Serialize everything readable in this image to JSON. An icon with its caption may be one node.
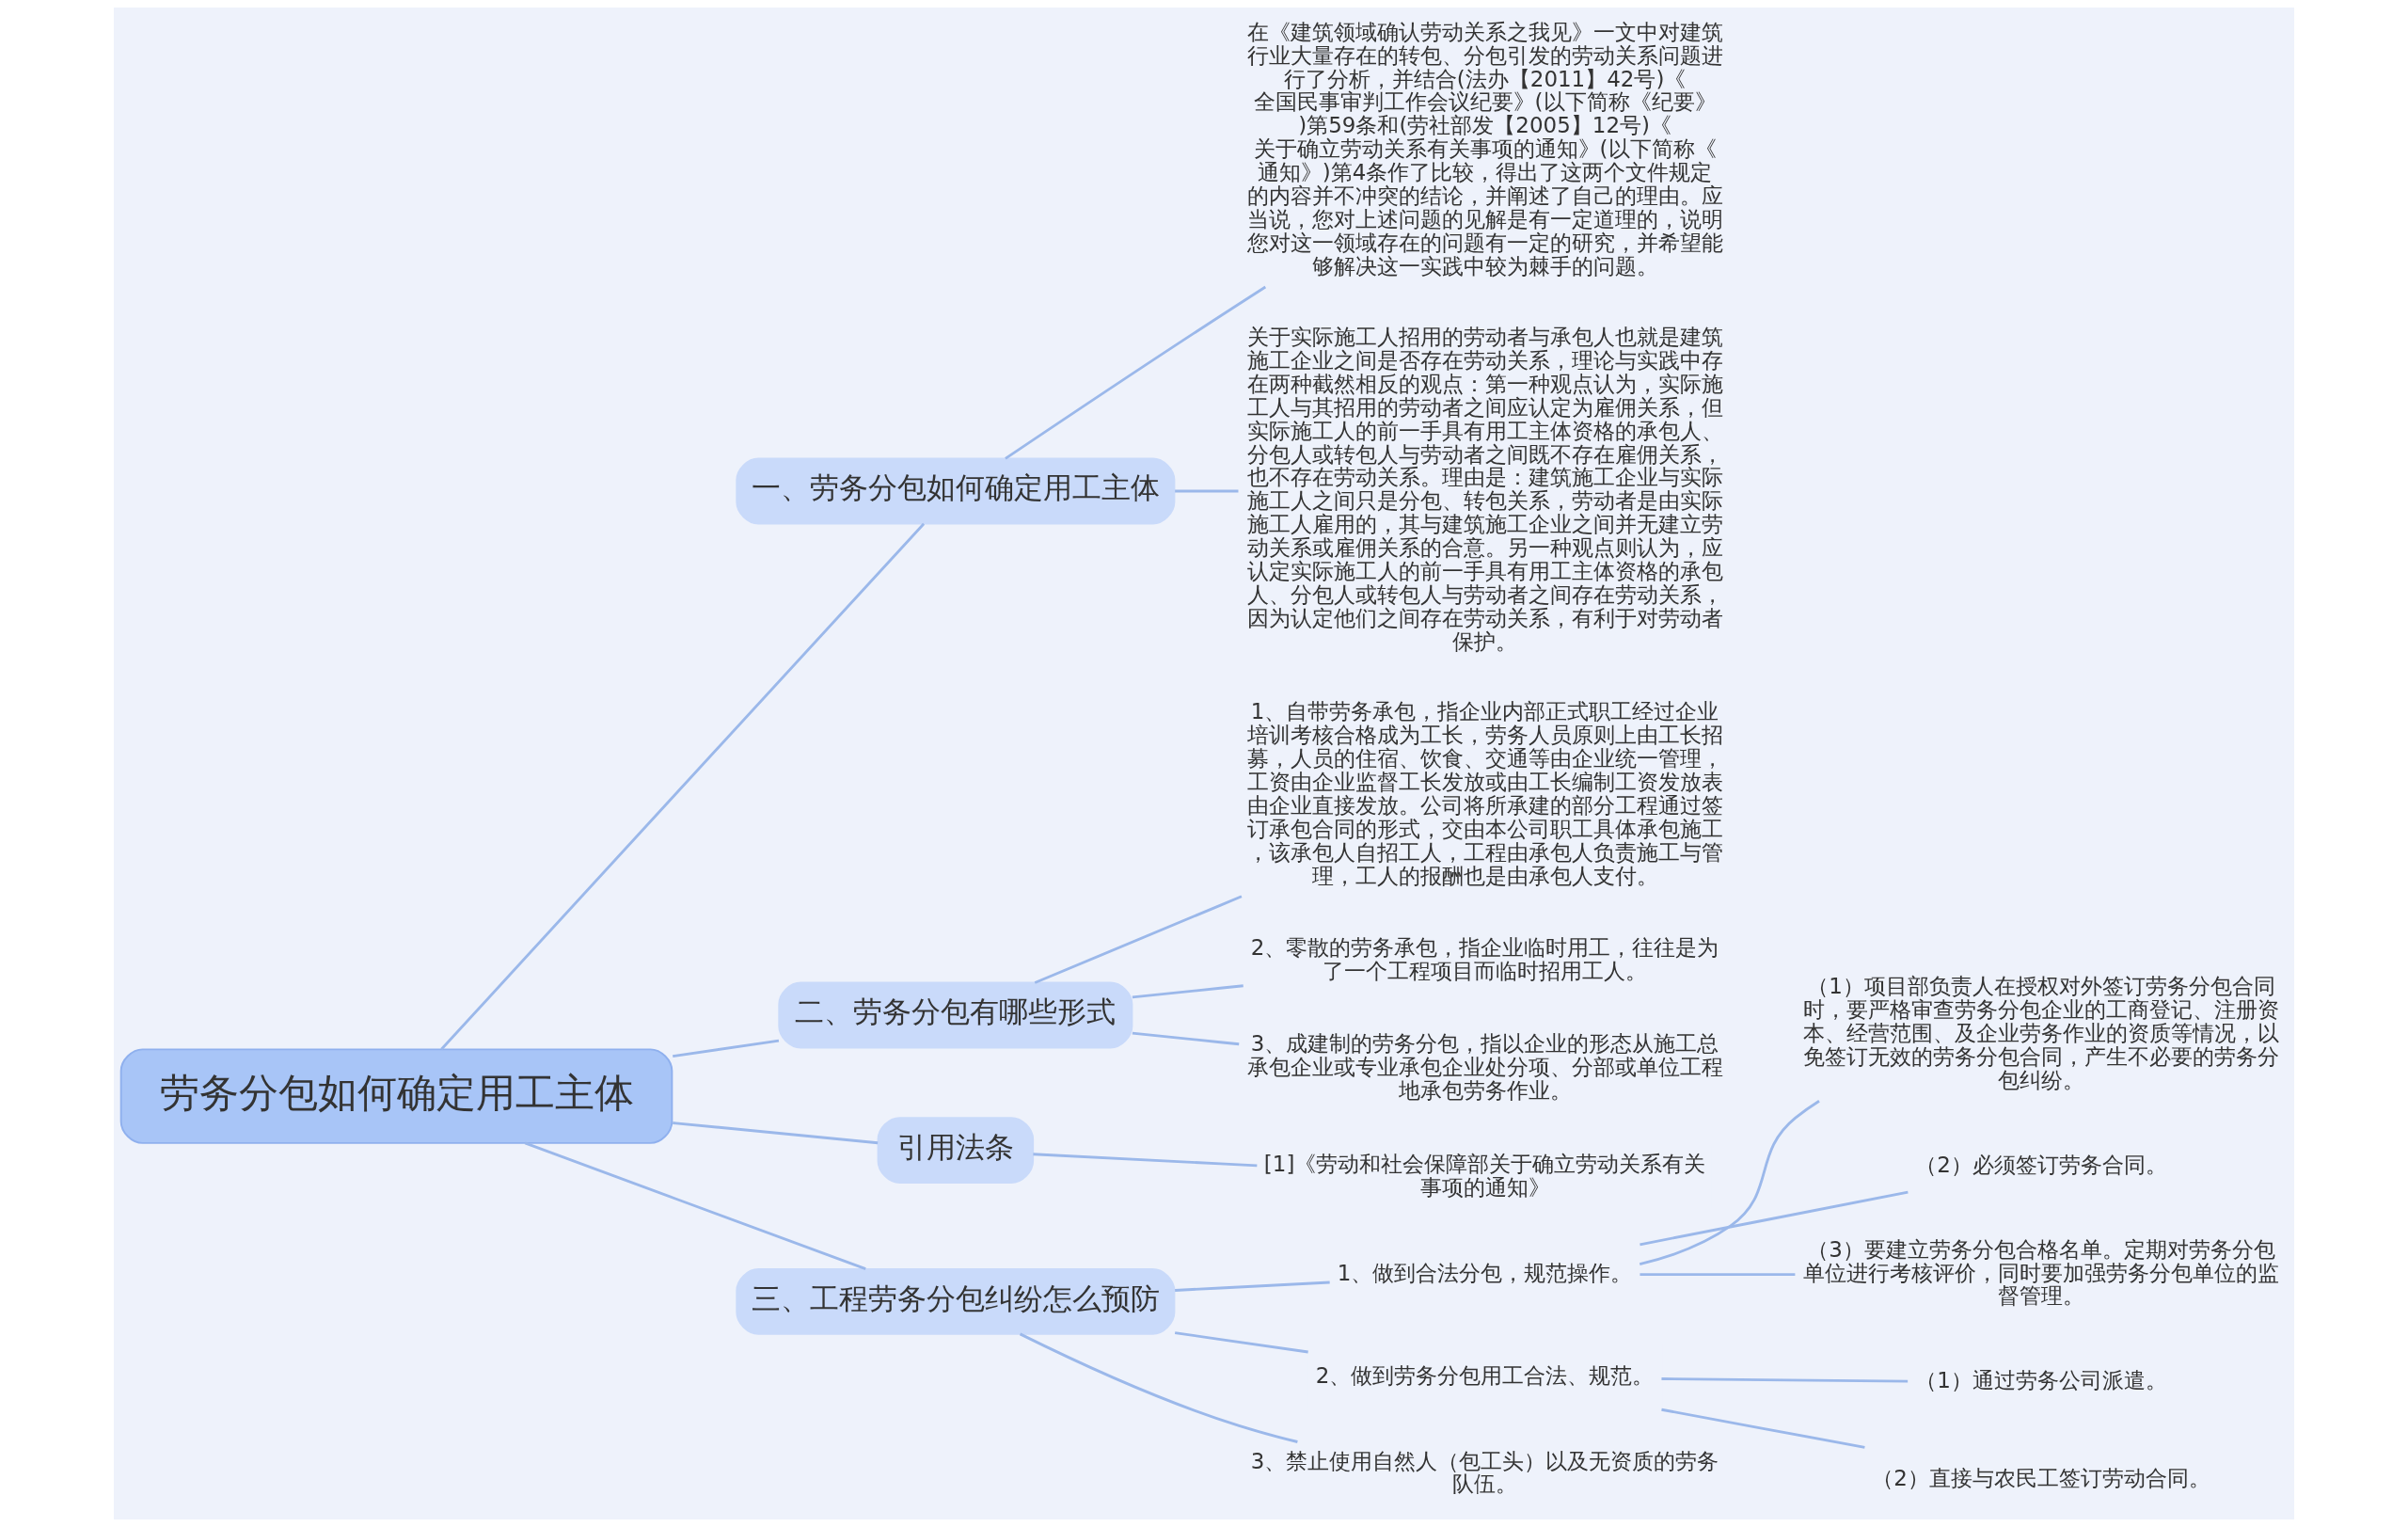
{
  "diagram": {
    "nodes": [
      {
        "text": [
          "劳务分包如何确定用工主体"
        ]
      },
      {
        "text": [
          "一、劳务分包如何确定用工主体"
        ]
      },
      {
        "text": [
          "在《建筑领域确认劳动关系之我见》一文中对建筑行业大量存在的转包、分包引发的劳动关系问题进行了分析，并结合(法办【2011】42号)《全国民事审判工作会议纪要》(以下简称《纪要》)第59条和(劳社部发【2005】12号)《关于确立劳动关系有关事项的通知》(以下简称《通知》)第4条作了比较，得出了这两个文件规定的内容并不冲突的结论，并阐述了自己的理由。应当说，您对上述问题的见解是有一定道理的，说明您对这一领域存在的问题有一定的研究，并希望能够解决这一实践中较为棘手的问题。"
        ]
      },
      {
        "text": [
          "关于实际施工人招用的劳动者与承包人也就是建筑施工企业之间是否存在劳动关系，理论与实践中存在两种截然相反的观点：第一种观点认为，实际施工人与其招用的劳动者之间应认定为雇佣关系，但实际施工人的前一手具有用工主体资格的承包人、分包人或转包人与劳动者之间既不存在雇佣关系，也不存在劳动关系。理由是：建筑施工企业与实际施工人之间只是分包、转包关系，劳动者是由实际施工人雇用的，其与建筑施工企业之间并无建立劳动关系或雇佣关系的合意。另一种观点则认为，应认定实际施工人的前一手具有用工主体资格的承包人、分包人或转包人与劳动者之间存在劳动关系，因为认定他们之间存在劳动关系，有利于对劳动者保护。"
        ]
      },
      {
        "text": [
          "二、劳务分包有哪些形式"
        ]
      },
      {
        "text": [
          "1、自带劳务承包，指企业内部正式职工经过企业培训考核合格成为工长，劳务人员原则上由工长招募，人员的住宿、饮食、交通等由企业统一管理，工资由企业监督工长发放或由工长编制工资发放表由企业直接发放。公司将所承建的部分工程通过签订承包合同的形式，交由本公司职工具体承包施工，该承包人自招工人，工程由承包人负责施工与管理，工人的报酬也是由承包人支付。"
        ]
      },
      {
        "text": [
          "2、零散的劳务承包，指企业临时用工，往往是为了一个工程项目而临时招用工人。"
        ]
      },
      {
        "text": [
          "3、成建制的劳务分包，指以企业的形态从施工总承包企业或专业承包企业处分项、分部或单位工程地承包劳务作业。"
        ]
      },
      {
        "text": [
          "引用法条"
        ]
      },
      {
        "text": [
          "[1]《劳动和社会保障部关于确立劳动关系有关事项的通知》"
        ]
      },
      {
        "text": [
          "三、工程劳务分包纠纷怎么预防"
        ]
      },
      {
        "text": [
          "1、做到合法分包，规范操作。"
        ]
      },
      {
        "text": [
          "（1）项目部负责人在授权对外签订劳务分包合同时，要严格审查劳务分包企业的工商登记、注册资本、经营范围、及企业劳务作业的资质等情况，以免签订无效的劳务分包合同，产生不必要的劳务分包纠纷。"
        ]
      },
      {
        "text": [
          "（2）必须签订劳务合同。"
        ]
      },
      {
        "text": [
          "（3）要建立劳务分包合格名单。定期对劳务分包单位进行考核评价，同时要加强劳务分包单位的监督管理。"
        ]
      },
      {
        "text": [
          "2、做到劳务分包用工合法、规范。"
        ]
      },
      {
        "text": [
          "（1）通过劳务公司派遣。"
        ]
      },
      {
        "text": [
          "（2）直接与农民工签订劳动合同。"
        ]
      },
      {
        "text": [
          "3、禁止使用自然人（包工头）以及无资质的劳务队伍。"
        ]
      }
    ],
    "edges": [
      {
        "from": 0,
        "to": 1,
        "arrow": "none"
      },
      {
        "from": 1,
        "to": 2,
        "arrow": "none"
      },
      {
        "from": 1,
        "to": 3,
        "arrow": "none"
      },
      {
        "from": 0,
        "to": 4,
        "arrow": "none"
      },
      {
        "from": 4,
        "to": 5,
        "arrow": "none"
      },
      {
        "from": 4,
        "to": 6,
        "arrow": "none"
      },
      {
        "from": 4,
        "to": 7,
        "arrow": "none"
      },
      {
        "from": 0,
        "to": 8,
        "arrow": "none"
      },
      {
        "from": 8,
        "to": 9,
        "arrow": "none"
      },
      {
        "from": 0,
        "to": 10,
        "arrow": "none"
      },
      {
        "from": 10,
        "to": 11,
        "arrow": "none"
      },
      {
        "from": 11,
        "to": 12,
        "arrow": "none"
      },
      {
        "from": 11,
        "to": 13,
        "arrow": "none"
      },
      {
        "from": 11,
        "to": 14,
        "arrow": "none"
      },
      {
        "from": 10,
        "to": 15,
        "arrow": "none"
      },
      {
        "from": 15,
        "to": 16,
        "arrow": "none"
      },
      {
        "from": 15,
        "to": 17,
        "arrow": "none"
      },
      {
        "from": 10,
        "to": 18,
        "arrow": "none"
      }
    ]
  }
}
